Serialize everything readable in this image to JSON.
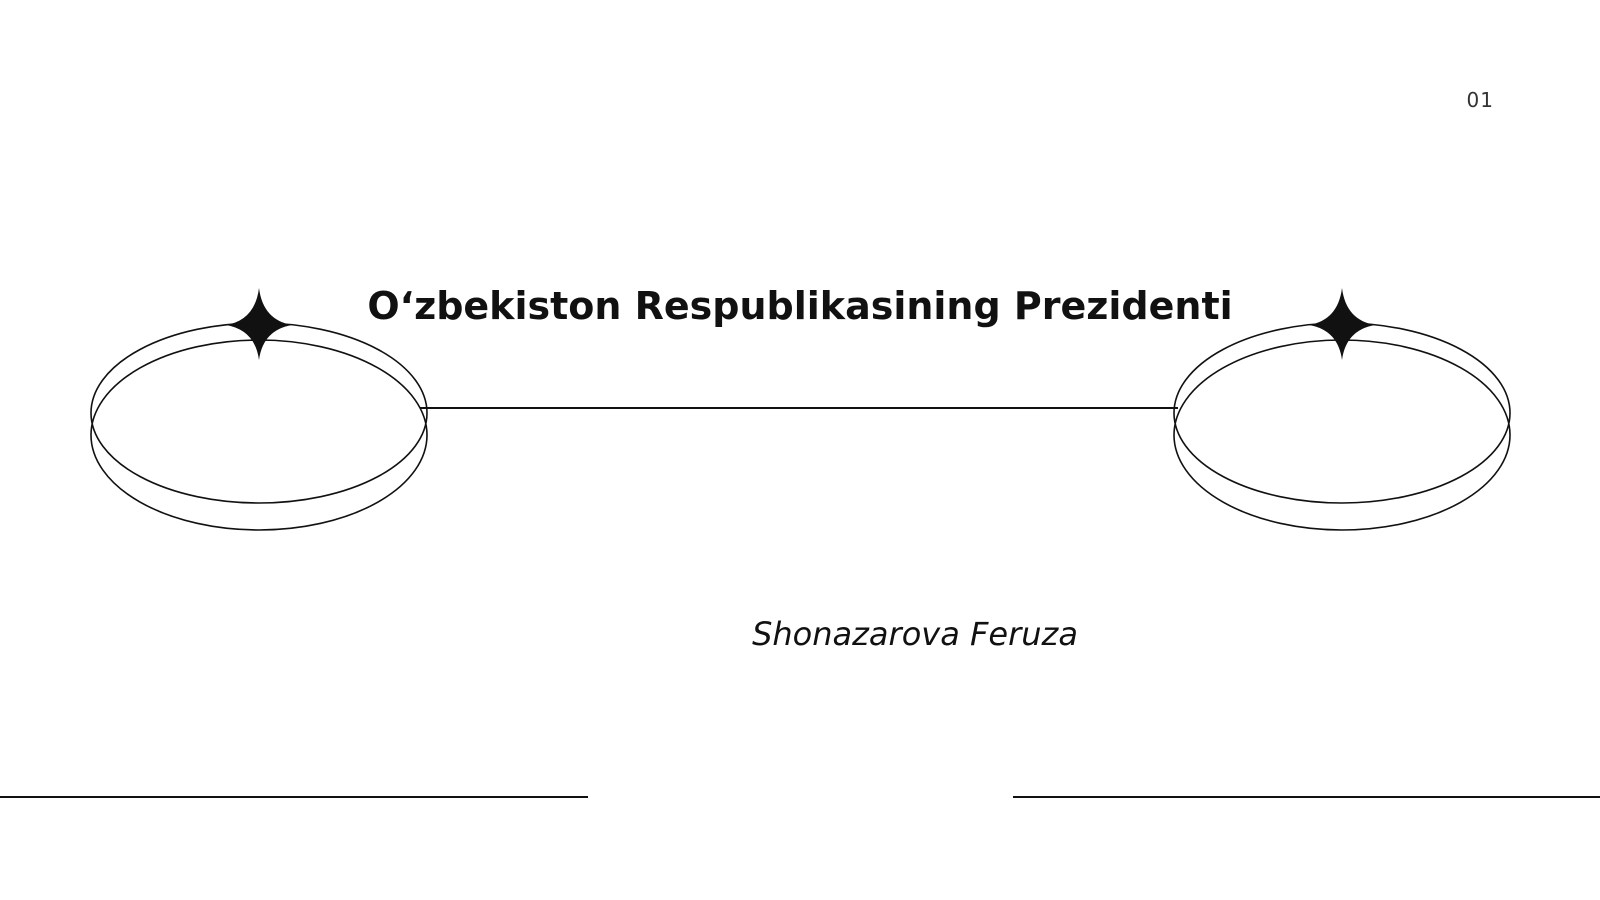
{
  "slide": {
    "number": "01",
    "title": "O‘zbekiston Respublikasining Prezidenti",
    "author": "Shonazarova Feruza"
  },
  "decorations": {
    "left_ring": "ring-with-star-icon",
    "right_ring": "ring-with-star-icon",
    "star": "four-point-star-icon",
    "line_color": "#111111",
    "background": "#ffffff"
  }
}
